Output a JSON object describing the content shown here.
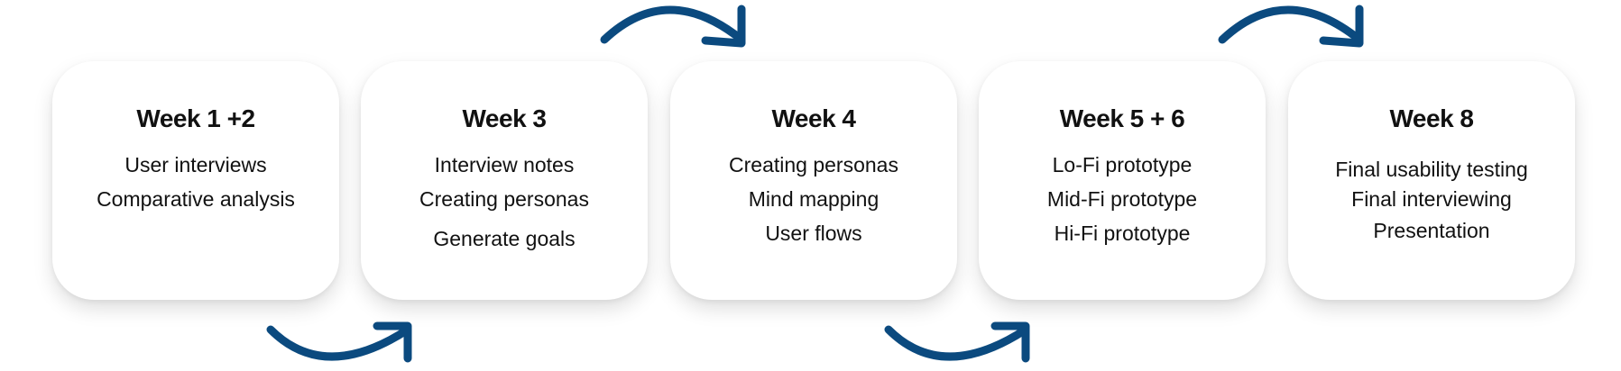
{
  "accent_color": "#0b4a7f",
  "steps": [
    {
      "title": "Week 1 +2",
      "items": [
        "User interviews",
        "Comparative analysis"
      ]
    },
    {
      "title": "Week 3",
      "items": [
        "Interview notes",
        "Creating personas",
        "Generate goals"
      ]
    },
    {
      "title": "Week 4",
      "items": [
        "Creating personas",
        "Mind mapping",
        "User flows"
      ]
    },
    {
      "title": "Week 5 + 6",
      "items": [
        "Lo-Fi prototype",
        "Mid-Fi prototype",
        "Hi-Fi prototype"
      ]
    },
    {
      "title": "Week 8",
      "items": [
        "Final usability testing",
        "Final interviewing",
        "Presentation"
      ]
    }
  ],
  "connectors": [
    {
      "from": "Week 1 +2",
      "to": "Week 3",
      "icon": "curved-arrow-below-icon"
    },
    {
      "from": "Week 3",
      "to": "Week 4",
      "icon": "curved-arrow-above-icon"
    },
    {
      "from": "Week 4",
      "to": "Week 5 + 6",
      "icon": "curved-arrow-below-icon"
    },
    {
      "from": "Week 5 + 6",
      "to": "Week 8",
      "icon": "curved-arrow-above-icon"
    }
  ]
}
